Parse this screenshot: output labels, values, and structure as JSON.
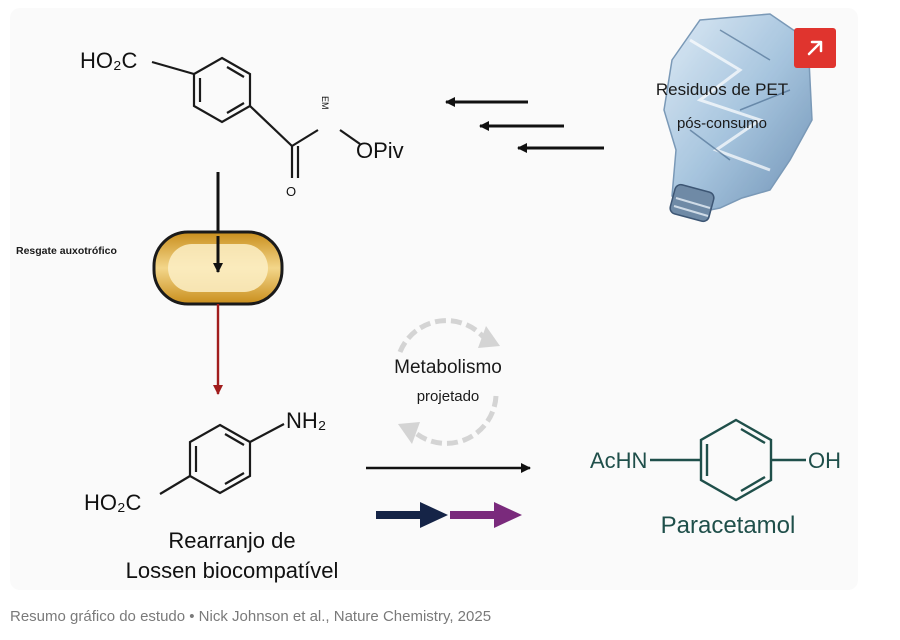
{
  "figure": {
    "top_left": {
      "acid_group": "HO₂C",
      "ester_group": "OPiv",
      "carbonyl_o": "O",
      "small_mark": "EM"
    },
    "pet_label_line1": "Residuos de PET",
    "pet_label_line2": "pós-consumo",
    "rescue_label": "Resgate auxotrófico",
    "middle_left": {
      "amine_group": "NH₂",
      "acid_group": "HO₂C"
    },
    "lossen_line1": "Rearranjo de",
    "lossen_line2": "Lossen biocompatível",
    "metabolism_line1": "Metabolismo",
    "metabolism_line2": "projetado",
    "product_left_group": "AcHN",
    "product_right_group": "OH",
    "product_name": "Paracetamol"
  },
  "caption": "Resumo gráfico do estudo • Nick Johnson et al., Nature Chemistry, 2025",
  "icons": {
    "expand": "expand-arrow-icon",
    "bottle": "plastic-bottle-icon",
    "cycle": "cycle-arrows-icon"
  },
  "colors": {
    "expand_button": "#e0342e",
    "red_arrow": "#a11d1d",
    "capsule_border": "#1a1a1a",
    "capsule_gold": "#d8a62a",
    "product_teal": "#1f4f4a",
    "arrow_navy": "#152447",
    "arrow_purple": "#7a2a7c"
  }
}
